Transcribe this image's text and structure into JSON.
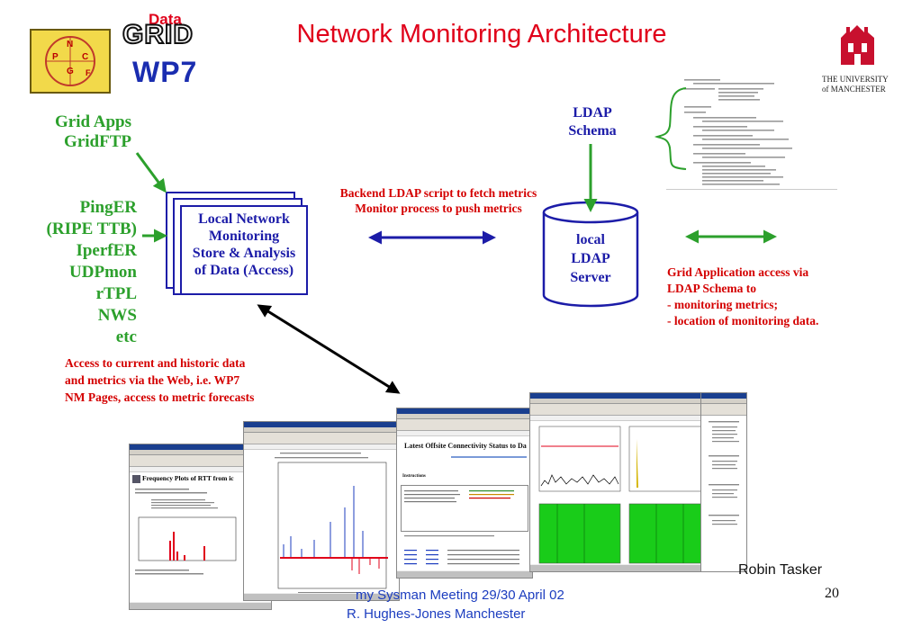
{
  "title": "Network Monitoring Architecture",
  "logos": {
    "datagrid_top": "Data",
    "datagrid_main": "GRID",
    "wp7": "WP7",
    "pparc_letters": [
      "N",
      "P",
      "C",
      "G",
      "F"
    ],
    "university_line1": "THE UNIVERSITY",
    "university_line2": "of MANCHESTER"
  },
  "left_sources": {
    "top": [
      "Grid Apps",
      "GridFTP"
    ],
    "tools": [
      "PingER",
      "(RIPE TTB)",
      "IperfER",
      "UDPmon",
      "rTPL",
      "NWS",
      "etc"
    ]
  },
  "store_box": {
    "lines": [
      "Local Network",
      "Monitoring",
      "Store & Analysis",
      "of Data (Access)"
    ]
  },
  "backend_note": {
    "lines": [
      "Backend LDAP script to fetch metrics",
      "Monitor process to push metrics"
    ]
  },
  "ldap_schema": {
    "lines": [
      "LDAP",
      "Schema"
    ]
  },
  "ldap_server": {
    "lines": [
      "local",
      "LDAP",
      "Server"
    ]
  },
  "grid_access_note": {
    "lines": [
      "Grid Application access via",
      "LDAP Schema to",
      "- monitoring metrics;",
      "- location of monitoring data."
    ]
  },
  "web_note": {
    "lines": [
      "Access to current and historic data",
      "and metrics via the Web, i.e. WP7",
      "NM Pages, access to metric forecasts"
    ]
  },
  "screenshots": {
    "shot1_heading": "Frequency Plots of RTT from ic",
    "shot3_heading": "Latest Offsite Connectivity Status to Da",
    "shot3_section": "Instructions"
  },
  "credit": "Robin Tasker",
  "footer": {
    "line1": "my Sysman Meeting  29/30 April 02",
    "line2": "R. Hughes-Jones  Manchester"
  },
  "page_number": "20",
  "colors": {
    "title": "#e0001a",
    "green": "#2ca02c",
    "navy": "#1c1ca8",
    "red": "#d40000",
    "footer": "#1c3dbf"
  }
}
